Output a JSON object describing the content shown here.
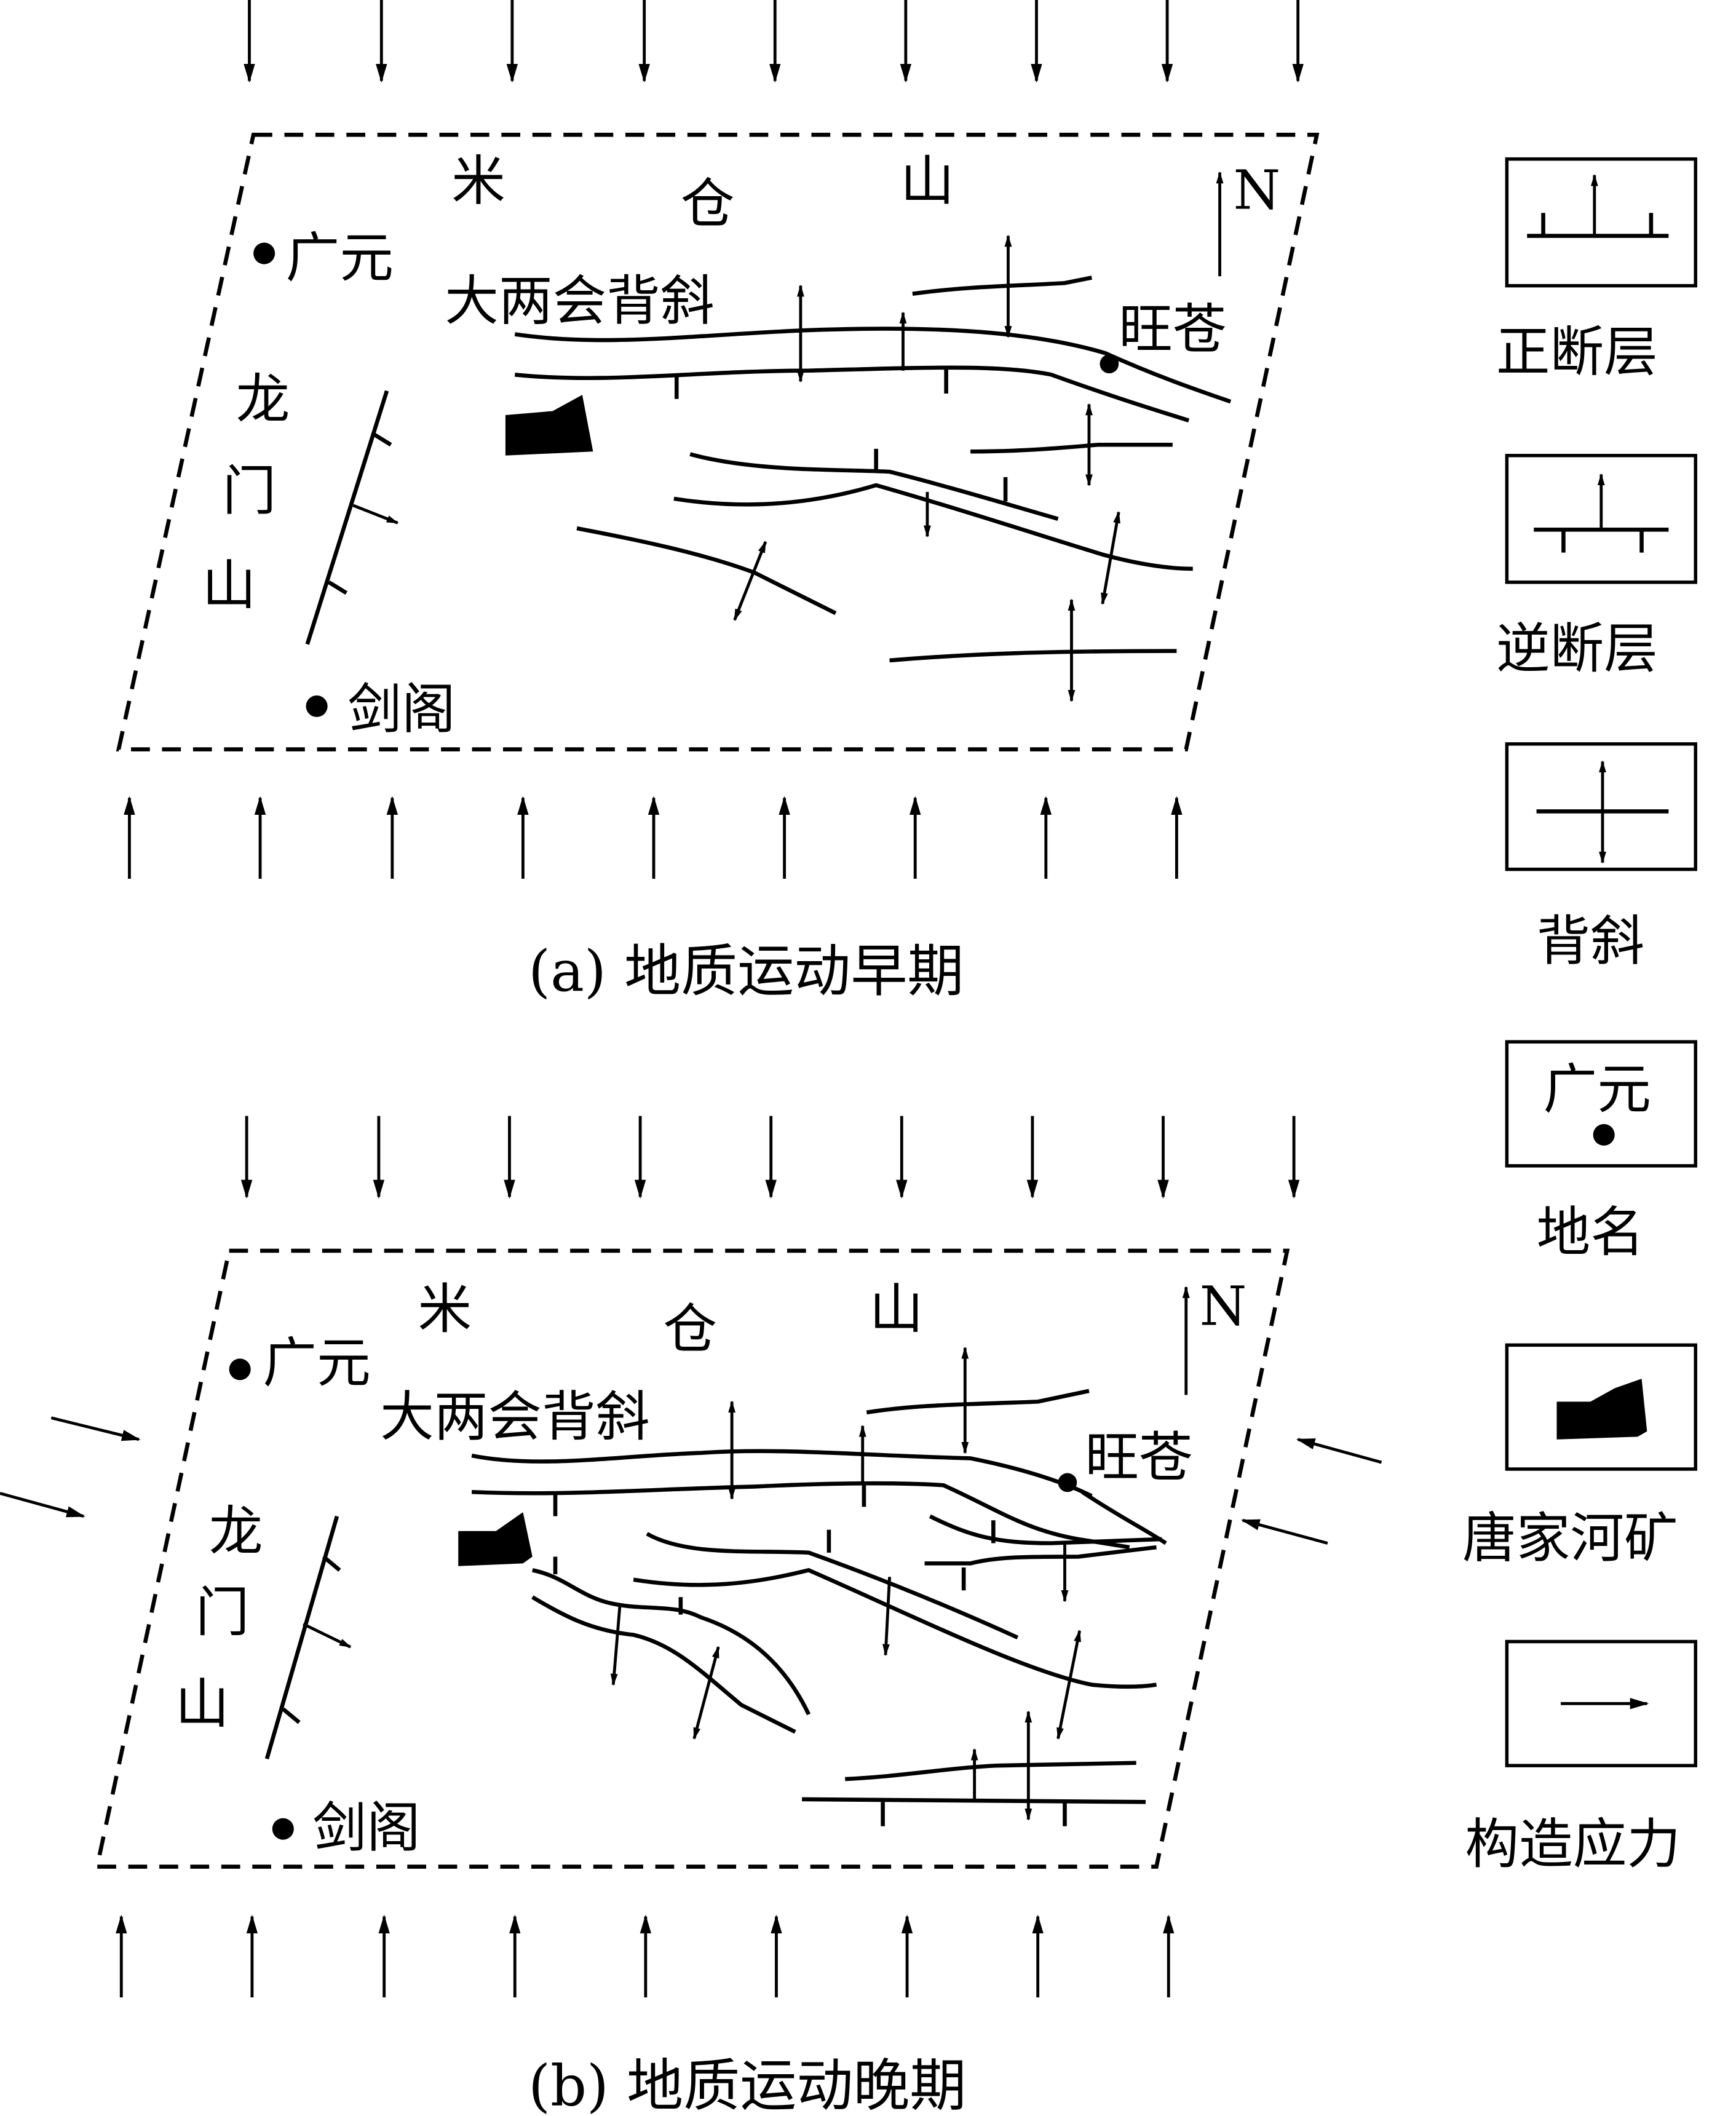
{
  "panel_a": {
    "caption": "(a) 地质运动早期",
    "labels": {
      "mi": "米",
      "cang": "仓",
      "shan": "山",
      "north": "N",
      "guangyuan": "广元",
      "dalianghui": "大两会背斜",
      "wangcang": "旺苍",
      "long": "龙",
      "men": "门",
      "shan2": "山",
      "jiange": "剑阁"
    }
  },
  "panel_b": {
    "caption": "(b) 地质运动晚期",
    "labels": {
      "mi": "米",
      "cang": "仓",
      "shan": "山",
      "north": "N",
      "guangyuan": "广元",
      "dalianghui": "大两会背斜",
      "wangcang": "旺苍",
      "long": "龙",
      "men": "门",
      "shan2": "山",
      "jiange": "剑阁"
    }
  },
  "legend": {
    "normal_fault": "正断层",
    "reverse_fault": "逆断层",
    "anticline": "背斜",
    "place_name": "地名",
    "place_example": "广元",
    "mine": "唐家河矿",
    "stress": "构造应力"
  }
}
